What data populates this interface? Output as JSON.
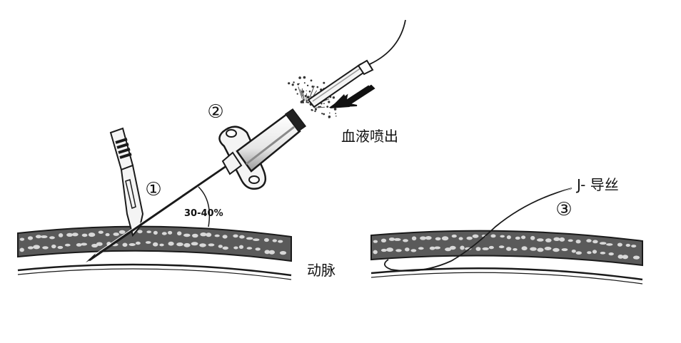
{
  "labels": {
    "step1": "①",
    "step2": "②",
    "step3": "③",
    "angle": "30-40%",
    "blood_spurt": "血液喷出",
    "artery": "动脉",
    "guidewire": "J- 导丝"
  },
  "colors": {
    "line": "#1a1a1a",
    "wall_fill": "#5a5a5a",
    "wall_cell": "#d8d8d8",
    "instrument_fill": "#f4f4f4",
    "shadow": "#8a8a8a"
  },
  "icons": {
    "scalpel": "scalpel-icon",
    "needle": "needle-icon",
    "cannula": "cannula-icon",
    "syringe": "syringe-icon",
    "arrow": "flow-arrow-icon"
  }
}
